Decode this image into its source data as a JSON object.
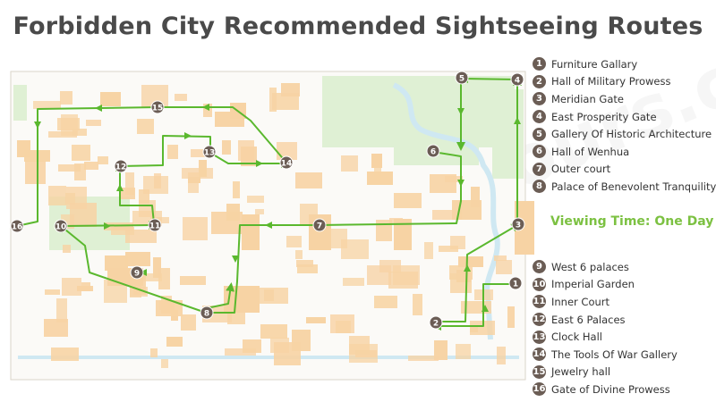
{
  "title": "Forbidden City Recommended Sightseeing Routes",
  "viewing_time": "Viewing Time: One Day",
  "watermark": "www.govotours.com",
  "colors": {
    "route": "#5ab82e",
    "marker": "#6b5d55",
    "building": "#f7d3a4",
    "greenery": "#dff0d4",
    "water": "#cfe8f2",
    "title": "#4a4a4a",
    "viewing": "#7cc142"
  },
  "legend_upper": [
    {
      "num": "1",
      "label": "Furniture Gallary"
    },
    {
      "num": "2",
      "label": "Hall of Military Prowess"
    },
    {
      "num": "3",
      "label": "Meridian Gate"
    },
    {
      "num": "4",
      "label": "East Prosperity Gate"
    },
    {
      "num": "5",
      "label": "Gallery Of Historic Architecture"
    },
    {
      "num": "6",
      "label": "Hall of Wenhua"
    },
    {
      "num": "7",
      "label": "Outer court"
    },
    {
      "num": "8",
      "label": "Palace of Benevolent Tranquility"
    }
  ],
  "legend_lower": [
    {
      "num": "9",
      "label": "West 6 palaces"
    },
    {
      "num": "10",
      "label": "Imperial Garden"
    },
    {
      "num": "11",
      "label": "Inner Court"
    },
    {
      "num": "12",
      "label": "East 6 Palaces"
    },
    {
      "num": "13",
      "label": "Clock Hall"
    },
    {
      "num": "14",
      "label": "The Tools Of War Gallery"
    },
    {
      "num": "15",
      "label": "Jewelry hall"
    },
    {
      "num": "16",
      "label": "Gate of Divine Prowess"
    }
  ],
  "map_markers": [
    "1",
    "2",
    "3",
    "4",
    "5",
    "6",
    "7",
    "8",
    "9",
    "10",
    "11",
    "12",
    "13",
    "14",
    "15",
    "16"
  ]
}
